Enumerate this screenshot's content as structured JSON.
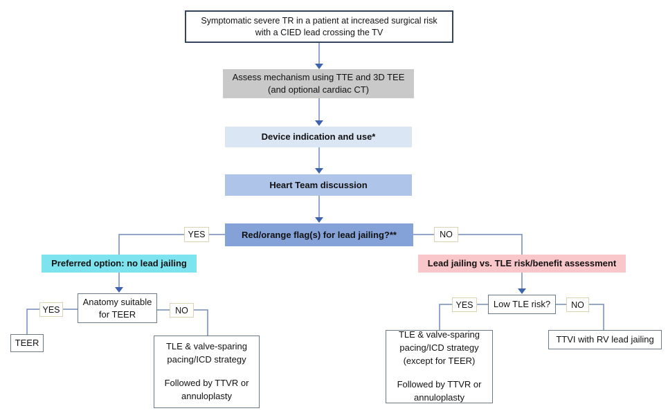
{
  "nodes": {
    "start": {
      "line1": "Symptomatic severe TR in a patient at increased surgical risk",
      "line2": "with a CIED lead crossing the TV"
    },
    "assess": {
      "line1": "Assess mechanism using TTE and 3D TEE",
      "line2": "(and optional cardiac CT)"
    },
    "device_indication": {
      "label": "Device indication and use*"
    },
    "heart_team": {
      "label": "Heart Team discussion"
    },
    "lead_jailing_flags": {
      "label": "Red/orange flag(s) for lead jailing?**"
    },
    "preferred_option": {
      "label": "Preferred option: no lead jailing"
    },
    "risk_benefit": {
      "label": "Lead jailing vs. TLE risk/benefit assessment"
    },
    "anatomy_teer": {
      "line1": "Anatomy suitable",
      "line2": "for TEER"
    },
    "teer": {
      "label": "TEER"
    },
    "tle_strategy_left": {
      "para1": "TLE & valve-sparing pacing/ICD strategy",
      "para2": "Followed by TTVR or annuloplasty"
    },
    "low_tle_risk": {
      "label": "Low TLE risk?"
    },
    "tle_strategy_right": {
      "para1": "TLE & valve-sparing pacing/ICD strategy (except for TEER)",
      "para2": "Followed by TTVR or annuloplasty"
    },
    "ttvi": {
      "label": "TTVI with RV lead jailing"
    }
  },
  "branch_labels": {
    "yes": "YES",
    "no": "NO"
  },
  "colors": {
    "assess_bg": "#c9c9c9",
    "device_bg": "#dbe6f5",
    "heart_team_bg": "#aec4e8",
    "flags_bg": "#84a2d8",
    "preferred_bg": "#7de4ef",
    "risk_benefit_bg": "#f9c6ca",
    "connector_line": "#7189ba",
    "arrowhead": "#3c63ad",
    "yesno_border": "#dbd2b2",
    "plain_box_border": "#6b7886",
    "start_box_border": "#36455e"
  }
}
